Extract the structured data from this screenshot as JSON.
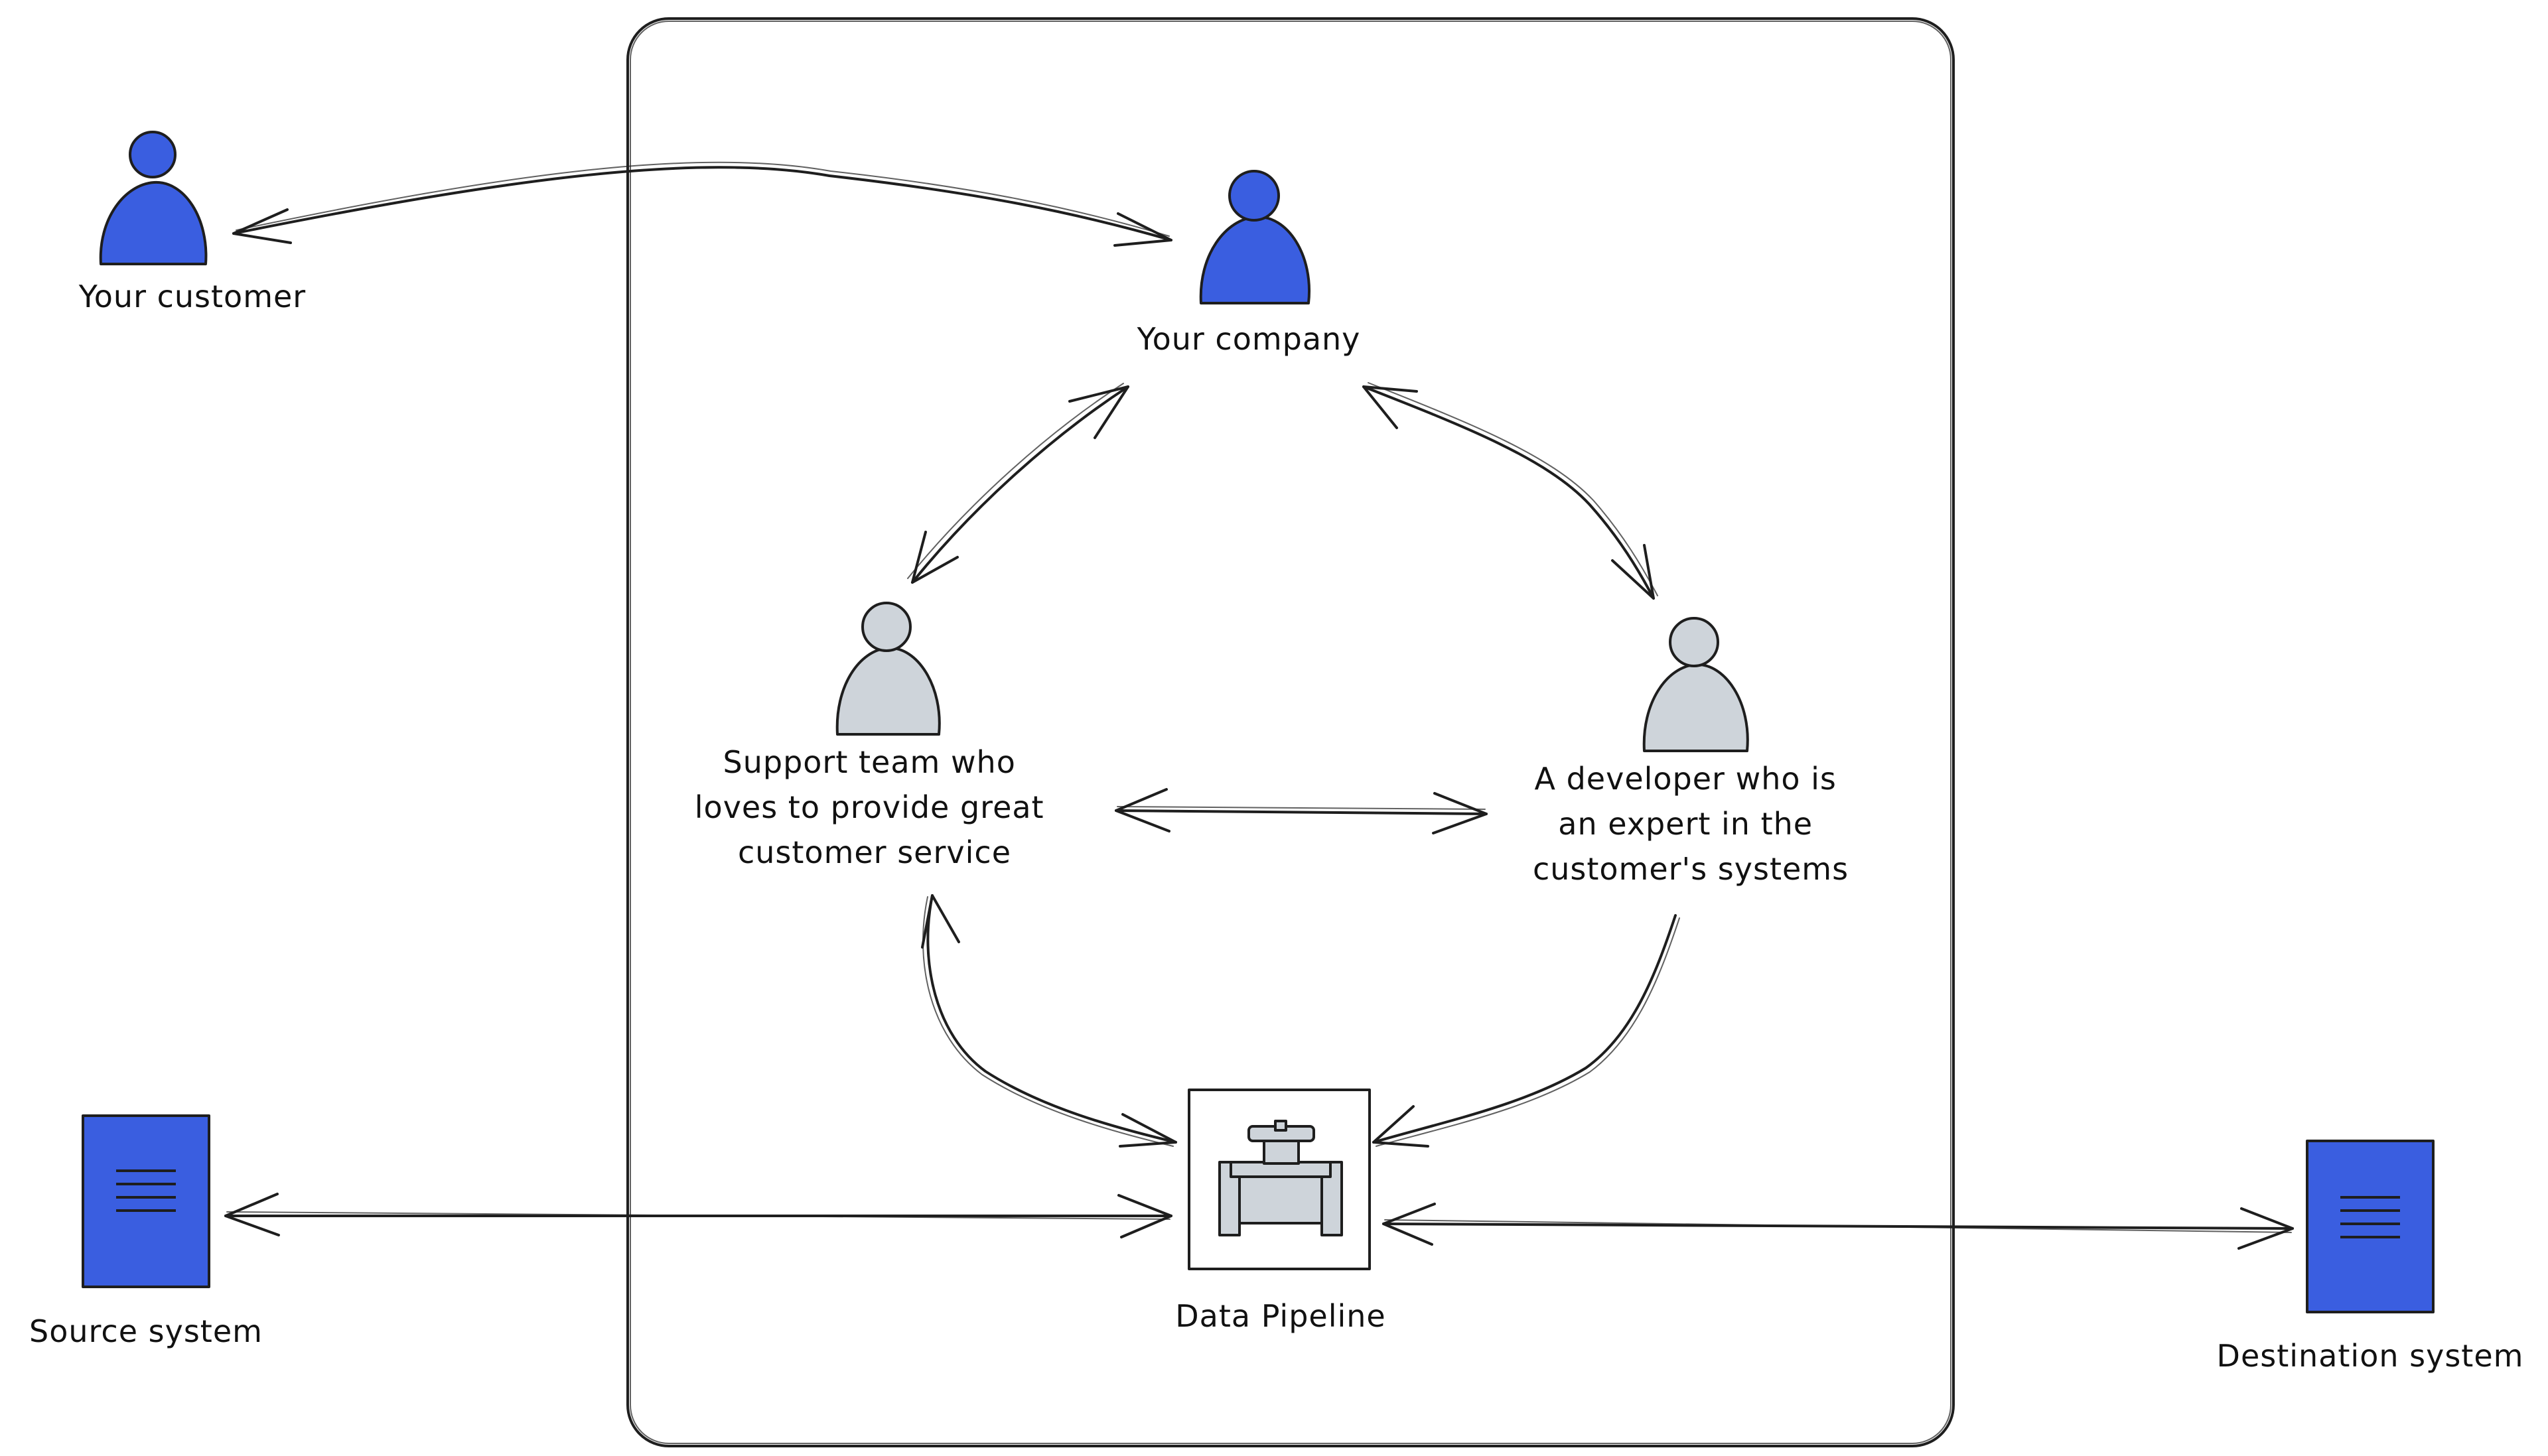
{
  "colors": {
    "primary": "#3a5ee0",
    "secondary": "#ced4da",
    "stroke": "#1e1e1e",
    "background": "#ffffff"
  },
  "nodes": {
    "customer": {
      "label": [
        "Your customer"
      ],
      "icon": "person-icon",
      "color": "#3a5ee0"
    },
    "company": {
      "label": [
        "Your company"
      ],
      "icon": "person-icon",
      "color": "#3a5ee0"
    },
    "support": {
      "label": [
        "Support team who",
        "loves to provide great",
        "customer service"
      ],
      "icon": "person-icon",
      "color": "#ced4da"
    },
    "developer": {
      "label": [
        "A developer who is",
        "an expert in the",
        "customer's systems"
      ],
      "icon": "person-icon",
      "color": "#ced4da"
    },
    "pipeline": {
      "label": [
        "Data Pipeline"
      ],
      "icon": "pipe-valve-icon"
    },
    "source": {
      "label": [
        "Source system"
      ],
      "icon": "server-document-icon",
      "color": "#3a5ee0"
    },
    "destination": {
      "label": [
        "Destination system"
      ],
      "icon": "server-document-icon",
      "color": "#3a5ee0"
    }
  },
  "edges": [
    {
      "from": "customer",
      "to": "company",
      "direction": "both"
    },
    {
      "from": "company",
      "to": "support",
      "direction": "both"
    },
    {
      "from": "company",
      "to": "developer",
      "direction": "both"
    },
    {
      "from": "support",
      "to": "developer",
      "direction": "both"
    },
    {
      "from": "support",
      "to": "pipeline",
      "direction": "both"
    },
    {
      "from": "developer",
      "to": "pipeline",
      "direction": "forward"
    },
    {
      "from": "source",
      "to": "pipeline",
      "direction": "both"
    },
    {
      "from": "pipeline",
      "to": "destination",
      "direction": "both"
    }
  ]
}
